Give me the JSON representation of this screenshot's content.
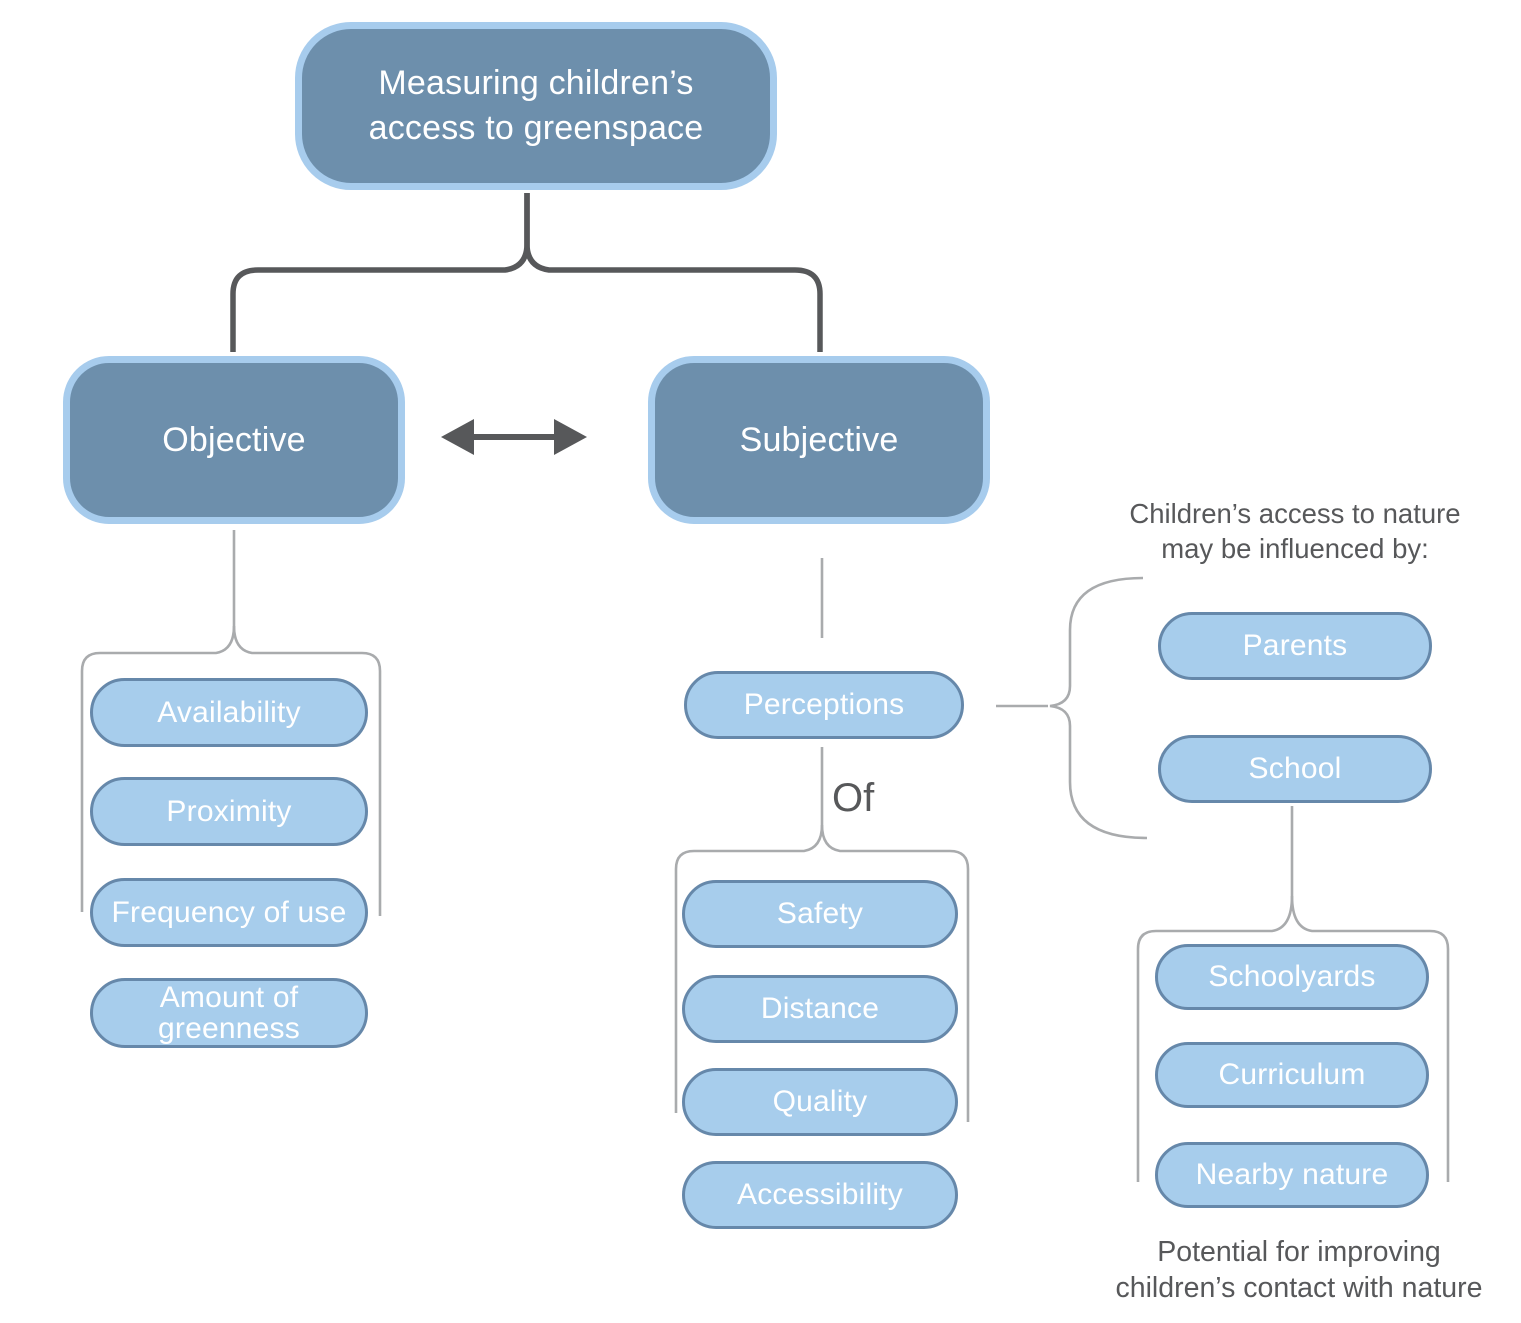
{
  "root": {
    "label": "Measuring children’s\naccess to greenspace"
  },
  "objective": {
    "label": "Objective",
    "items": [
      "Availability",
      "Proximity",
      "Frequency of use",
      "Amount of\ngreenness"
    ]
  },
  "subjective": {
    "label": "Subjective",
    "perceptions_label": "Perceptions",
    "of_label": "Of",
    "of_items": [
      "Safety",
      "Distance",
      "Quality",
      "Accessibility"
    ]
  },
  "influence": {
    "heading": "Children’s access to nature\nmay be influenced by:",
    "items": [
      "Parents",
      "School"
    ],
    "school_items": [
      "Schoolyards",
      "Curriculum",
      "Nearby nature"
    ],
    "caption": "Potential for improving\nchildren’s contact with nature"
  },
  "colors": {
    "dark_node_fill": "#6d8fac",
    "dark_node_border": "#a7cced",
    "pill_fill": "#a7cdec",
    "pill_border": "#6688aa",
    "dark_connector": "#57585a",
    "light_connector": "#a9abad",
    "text_dark": "#57585a",
    "text_light": "#ffffff"
  }
}
